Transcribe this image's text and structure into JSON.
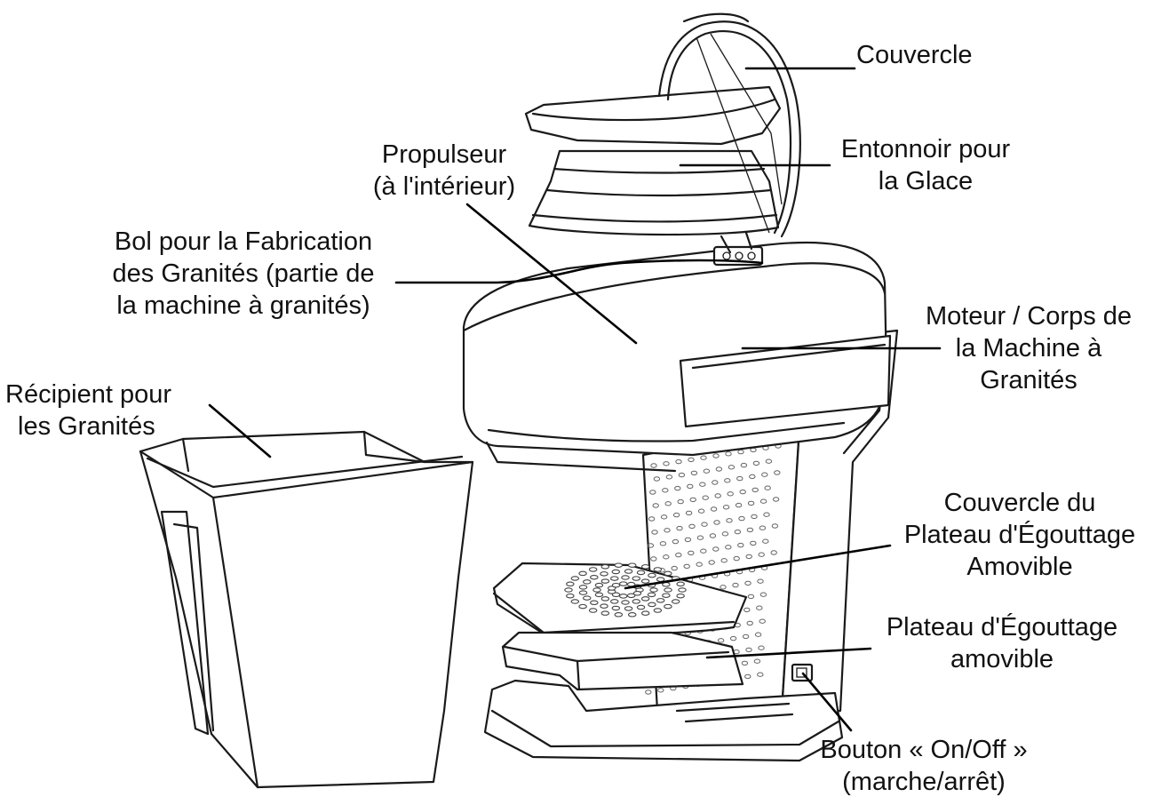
{
  "labels": {
    "lid": [
      "Couvercle"
    ],
    "ice_funnel": [
      "Entonnoir pour",
      "la Glace"
    ],
    "propeller": [
      "Propulseur",
      "(à l'intérieur)"
    ],
    "bowl": [
      "Bol pour la Fabrication",
      "des Granités (partie de",
      "la machine à granités)"
    ],
    "motor_body": [
      "Moteur / Corps de",
      "la Machine à",
      "Granités"
    ],
    "container": [
      "Récipient pour",
      "les Granités"
    ],
    "drip_tray_cover": [
      "Couvercle du",
      "Plateau d'Égouttage",
      "Amovible"
    ],
    "drip_tray": [
      "Plateau d'Égouttage",
      "amovible"
    ],
    "power_button": [
      "Bouton « On/Off »",
      "(marche/arrêt)"
    ]
  }
}
